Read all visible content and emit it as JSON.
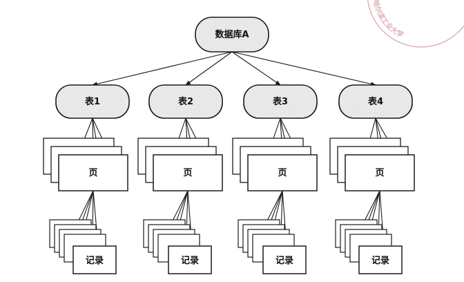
{
  "diagram": {
    "root": {
      "label": "数据库A"
    },
    "tables": [
      {
        "label": "表1"
      },
      {
        "label": "表2"
      },
      {
        "label": "表3"
      },
      {
        "label": "表4"
      }
    ],
    "page_label": "页",
    "record_label": "记录"
  },
  "stamp": {
    "text": "哈尔滨工业大学",
    "color": "#d7a0a8"
  },
  "colors": {
    "stroke": "#1a1a1a",
    "node_fill": "#e9e9e9",
    "box_fill": "#ffffff"
  }
}
